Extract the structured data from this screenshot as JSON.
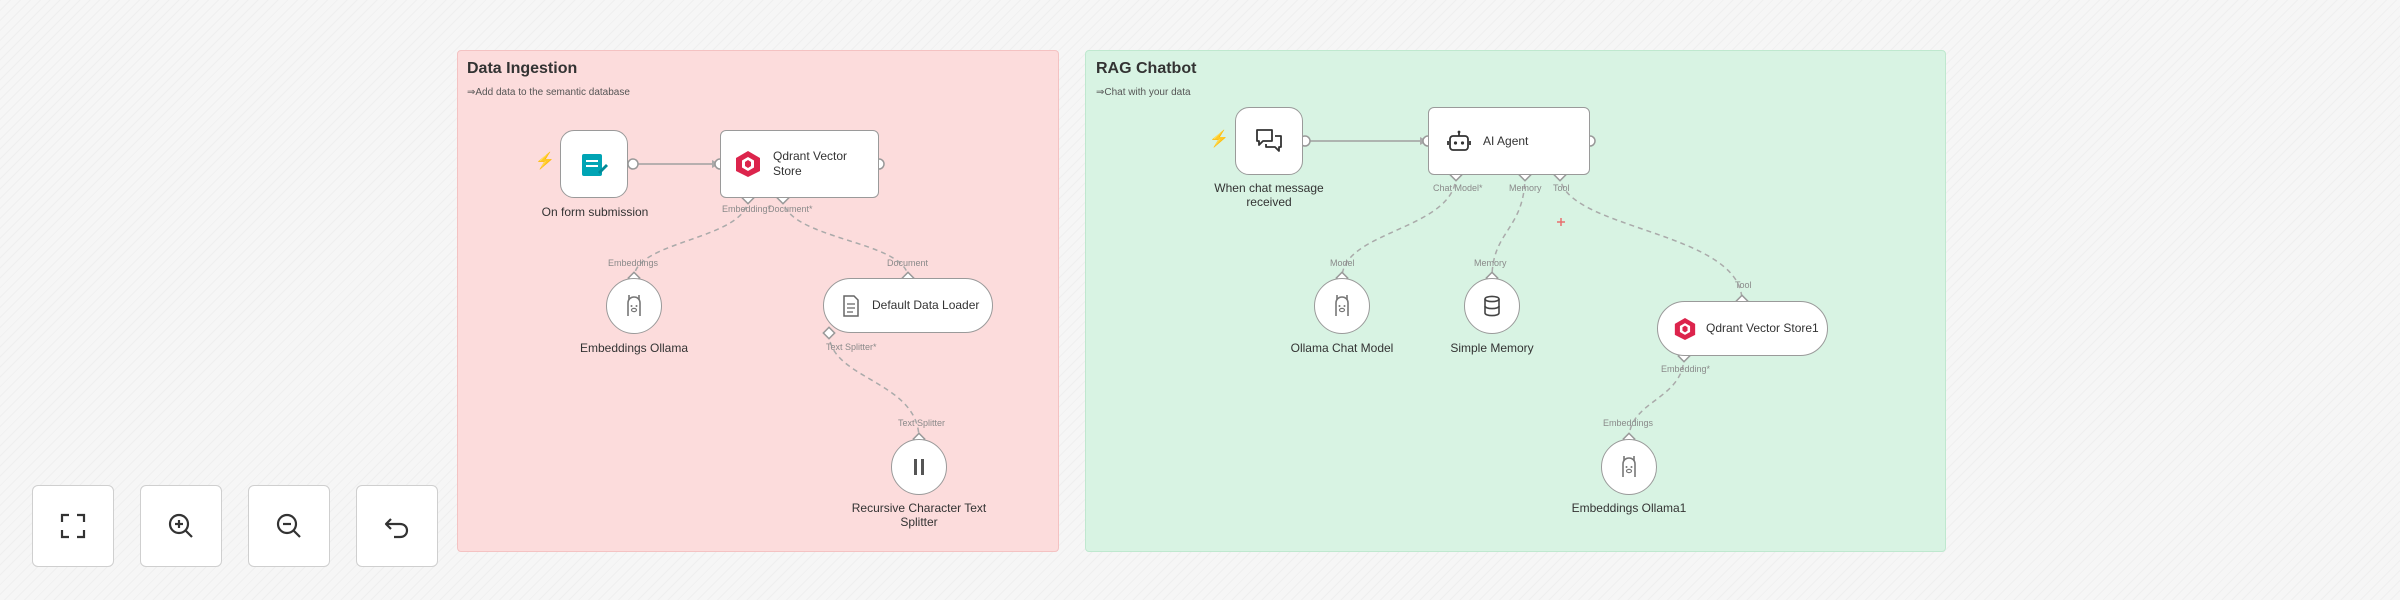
{
  "groups": {
    "ingestion": {
      "title": "Data Ingestion",
      "subtitle": "⇒Add data to the semantic database",
      "color": "#fcdcdc"
    },
    "rag": {
      "title": "RAG Chatbot",
      "subtitle": "⇒Chat with your data",
      "color": "#d8f3e3"
    }
  },
  "nodes": {
    "form_trigger": {
      "label": "On form submission",
      "icon": "form-icon"
    },
    "qdrant": {
      "title": "Qdrant Vector Store",
      "icon": "qdrant-icon"
    },
    "embeddings": {
      "label": "Embeddings Ollama",
      "icon": "ollama-icon"
    },
    "data_loader": {
      "title": "Default Data Loader",
      "icon": "document-icon"
    },
    "splitter": {
      "label": "Recursive Character Text Splitter",
      "icon": "split-icon"
    },
    "chat_trigger": {
      "label": "When chat message received",
      "icon": "chat-icon"
    },
    "agent": {
      "title": "AI Agent",
      "icon": "robot-icon"
    },
    "chat_model": {
      "label": "Ollama Chat Model",
      "icon": "ollama-icon"
    },
    "memory": {
      "label": "Simple Memory",
      "icon": "database-icon"
    },
    "qdrant1": {
      "title": "Qdrant Vector Store1",
      "icon": "qdrant-icon"
    },
    "embeddings1": {
      "label": "Embeddings Ollama1",
      "icon": "ollama-icon"
    }
  },
  "ports": {
    "qdrant_embedding": "Embedding*",
    "qdrant_document": "Document*",
    "embeddings_in": "Embeddings",
    "loader_doc_in": "Document",
    "loader_splitter_out": "Text Splitter*",
    "splitter_in": "Text Splitter",
    "agent_chat_model": "Chat Model*",
    "agent_memory": "Memory",
    "agent_tool": "Tool",
    "chat_model_in": "Model",
    "memory_in": "Memory",
    "qdrant1_tool_in": "Tool",
    "qdrant1_embedding": "Embedding*",
    "embeddings1_in": "Embeddings"
  },
  "controls": {
    "fit": "fit-view-icon",
    "zoom_in": "zoom-in-icon",
    "zoom_out": "zoom-out-icon",
    "reset": "undo-icon"
  },
  "colors": {
    "accent": "#ff6d5a",
    "qdrant": "#dc244c",
    "form": "#00a4b4"
  }
}
